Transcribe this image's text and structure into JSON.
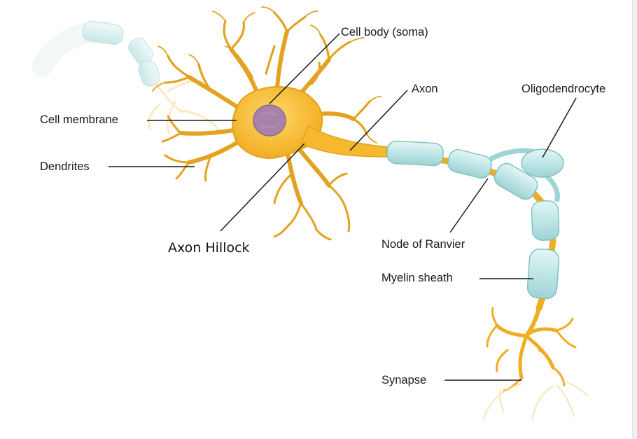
{
  "labels": {
    "cell_body": "Cell body (soma)",
    "axon": "Axon",
    "oligodendrocyte": "Oligodendrocyte",
    "cell_membrane": "Cell membrane",
    "dendrites": "Dendrites",
    "axon_hillock": "Axon Hillock",
    "node_of_ranvier": "Node of Ranvier",
    "myelin_sheath": "Myelin sheath",
    "synapse": "Synapse"
  },
  "colors": {
    "neuron_fill": "#f5b82e",
    "neuron_stroke": "#d9961a",
    "nucleus": "#a882a8",
    "myelin": "#bfe6e6",
    "myelin_stroke": "#7fbfc0",
    "faded_neuron": "#fbe3b0",
    "leader_line": "#1a1a1a"
  }
}
